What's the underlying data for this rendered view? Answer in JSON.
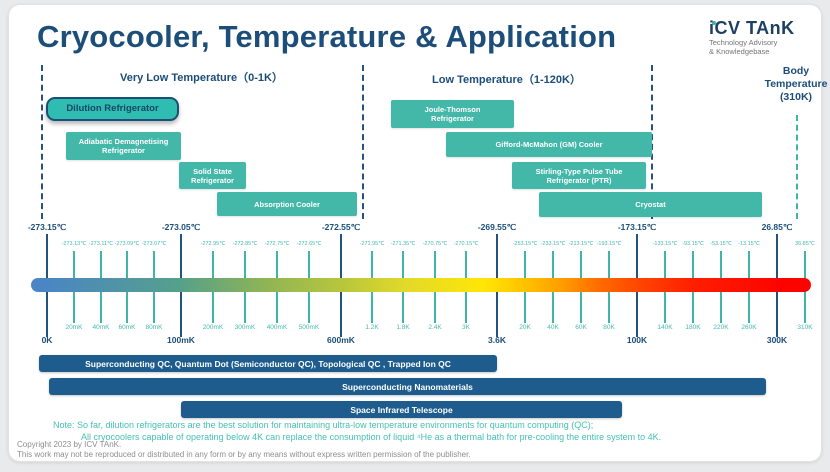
{
  "header": {
    "title": "Cryocooler, Temperature & Application",
    "logo": {
      "name": "iCV TAnK",
      "tagline1": "Technology Advisory",
      "tagline2": "& Knowledgebase"
    }
  },
  "sections": {
    "very_low": "Very Low Temperature（0-1K）",
    "low": "Low Temperature（1-120K）",
    "body_l1": "Body",
    "body_l2": "Temperature",
    "body_l3": "(310K)"
  },
  "coolers": [
    {
      "label": "Dilution Refrigerator"
    },
    {
      "label": "Adiabatic Demagnetising Refrigerator"
    },
    {
      "label": "Solid State Refrigerator"
    },
    {
      "label": "Absorption Cooler"
    },
    {
      "label": "Joule-Thomson Refrigerator"
    },
    {
      "label": "Gifford-McMahon (GM) Cooler"
    },
    {
      "label": "Stirling-Type Pulse Tube Refrigerator (PTR)"
    },
    {
      "label": "Cryostat"
    }
  ],
  "applications": [
    "Superconducting QC, Quantum Dot (Semiconductor QC), Topological QC , Trapped Ion QC",
    "Superconducting Nanomaterials",
    "Space Infrared Telescope"
  ],
  "scale": {
    "major": [
      {
        "k": "0K",
        "c": "-273.15℃"
      },
      {
        "k": "100mK",
        "c": "-273.05℃"
      },
      {
        "k": "600mK",
        "c": "-272.55℃"
      },
      {
        "k": "3.6K",
        "c": "-269.55℃"
      },
      {
        "k": "100K",
        "c": "-173.15℃"
      },
      {
        "k": "300K",
        "c": "26.85℃"
      }
    ],
    "segments": [
      {
        "k": [
          "20mK",
          "40mK",
          "60mK",
          "80mK"
        ],
        "c": [
          "-273.13℃",
          "-273.11℃",
          "-273.09℃",
          "-273.07℃"
        ]
      },
      {
        "k": [
          "200mK",
          "300mK",
          "400mK",
          "500mK"
        ],
        "c": [
          "-272.95℃",
          "-272.85℃",
          "-272.75℃",
          "-272.65℃"
        ]
      },
      {
        "k": [
          "1.2K",
          "1.8K",
          "2.4K",
          "3K"
        ],
        "c": [
          "-271.95℃",
          "-271.35℃",
          "-270.75℃",
          "-270.15℃"
        ]
      },
      {
        "k": [
          "20K",
          "40K",
          "60K",
          "80K"
        ],
        "c": [
          "-253.15℃",
          "-233.15℃",
          "-213.15℃",
          "-193.15℃"
        ]
      },
      {
        "k": [
          "140K",
          "180K",
          "220K",
          "260K"
        ],
        "c": [
          "-133.15℃",
          "-93.15℃",
          "-53.15℃",
          "-13.15℃"
        ]
      },
      {
        "k": [
          "310K"
        ],
        "c": [
          "36.85℃"
        ]
      }
    ]
  },
  "note": {
    "line1": "Note: So far, dilution refrigerators are the best solution for maintaining ultra-low temperature environments for quantum computing  (QC);",
    "line2": "All cryocoolers capable of operating below 4K can replace the consumption of liquid ⁴He as a thermal bath for pre-cooling the entire system to 4K."
  },
  "footer": {
    "line1": "Copyright  2023 by ICV TAnK.",
    "line2": "This work may not be reproduced or distributed in any form or by any means without express written permission of the publisher."
  },
  "colors": {
    "navy": "#1C4E79",
    "teal_box": "#43B7A8",
    "bar_blue": "#1D5C8C",
    "tick_teal": "#3fb5a8",
    "note_teal": "#45c0b3"
  },
  "chart_data": {
    "type": "bar",
    "title": "Cryocooler, Temperature & Application",
    "x_axis": {
      "scale": "piecewise non-linear temperature axis, dual units (Kelvin / Celsius)",
      "major_ticks_kelvin": [
        "0K",
        "100mK",
        "600mK",
        "3.6K",
        "100K",
        "300K"
      ],
      "major_ticks_celsius": [
        "-273.15℃",
        "-273.05℃",
        "-272.55℃",
        "-269.55℃",
        "-173.15℃",
        "26.85℃"
      ],
      "minor_ticks_kelvin": [
        "20mK",
        "40mK",
        "60mK",
        "80mK",
        "200mK",
        "300mK",
        "400mK",
        "500mK",
        "1.2K",
        "1.8K",
        "2.4K",
        "3K",
        "20K",
        "40K",
        "60K",
        "80K",
        "140K",
        "180K",
        "220K",
        "260K",
        "310K"
      ],
      "minor_ticks_celsius": [
        "-273.13℃",
        "-273.11℃",
        "-273.09℃",
        "-273.07℃",
        "-272.95℃",
        "-272.85℃",
        "-272.75℃",
        "-272.65℃",
        "-271.95℃",
        "-271.35℃",
        "-270.75℃",
        "-270.15℃",
        "-253.15℃",
        "-233.15℃",
        "-213.15℃",
        "-193.15℃",
        "-133.15℃",
        "-93.15℃",
        "-53.15℃",
        "-13.15℃",
        "36.85℃"
      ]
    },
    "temperature_zones": [
      {
        "label": "Very Low Temperature（0-1K）",
        "range_k": "0–1K"
      },
      {
        "label": "Low Temperature（1-120K）",
        "range_k": "1–120K"
      },
      {
        "label": "Body Temperature (310K)",
        "range_k": "310K"
      }
    ],
    "cryocoolers": [
      {
        "name": "Dilution Refrigerator",
        "approx_range_k": "0K–100mK"
      },
      {
        "name": "Adiabatic Demagnetising Refrigerator",
        "approx_range_k": "~15mK–100mK"
      },
      {
        "name": "Solid State Refrigerator",
        "approx_range_k": "~100mK–300mK"
      },
      {
        "name": "Absorption Cooler",
        "approx_range_k": "~220mK–900mK"
      },
      {
        "name": "Joule-Thomson Refrigerator",
        "approx_range_k": "~1.6K–13K"
      },
      {
        "name": "Gifford-McMahon (GM) Cooler",
        "approx_range_k": "~2.6K–120K"
      },
      {
        "name": "Stirling-Type Pulse Tube Refrigerator (PTR)",
        "approx_range_k": "~10K–110K"
      },
      {
        "name": "Cryostat",
        "approx_range_k": "~30K–280K"
      }
    ],
    "applications": [
      {
        "name": "Superconducting QC, Quantum Dot (Semiconductor QC), Topological QC , Trapped Ion QC",
        "approx_range_k": "0K–3.6K"
      },
      {
        "name": "Superconducting Nanomaterials",
        "approx_range_k": "0K–~285K"
      },
      {
        "name": "Space Infrared Telescope",
        "approx_range_k": "~100mK–90K"
      }
    ]
  }
}
